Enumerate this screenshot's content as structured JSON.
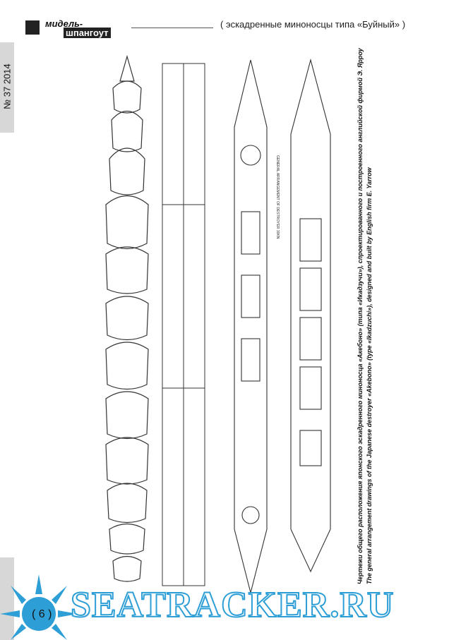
{
  "header": {
    "logo_top": "мидель-",
    "logo_bottom": "шпангоут",
    "series_title": "( эскадренные миноносцы типа «Буйный» )"
  },
  "sidebar": {
    "issue": "№ 37 2014"
  },
  "figure": {
    "caption_ru": "Чертежи общего расположения японского эскадренного миноносца «Акебоно» (типа «Икадзучи»), спроектированного и построенного английской фирмой Э. Ярроу",
    "caption_en": "The general arrangement drawings of the Japanese destroyer «Akebono» (type «Ikadzuchi»), designed and built by English firm E. Yarrow",
    "drawing_label": "GENERAL ARRANGEMENT OF DESTROYER 30KN"
  },
  "footer": {
    "page_number": "( 6 )",
    "watermark": "SEATRACKER.RU"
  },
  "colors": {
    "watermark": "#2e9fd6",
    "tab_gray": "#d7d7d7"
  }
}
